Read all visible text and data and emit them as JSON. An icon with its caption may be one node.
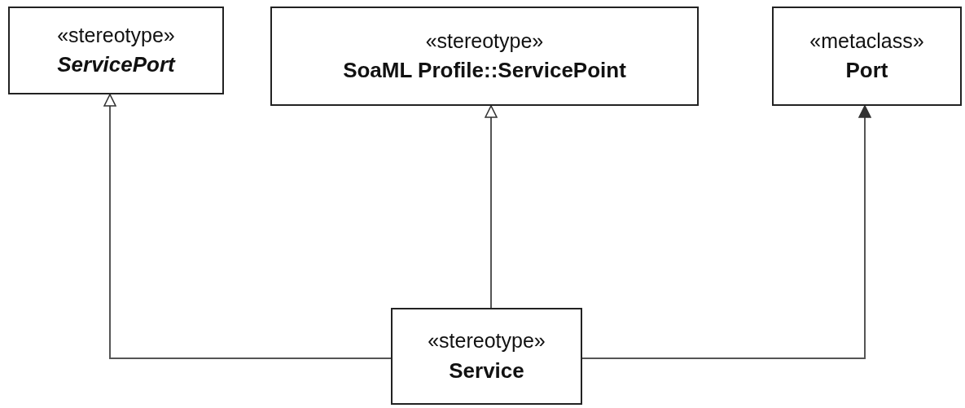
{
  "diagram": {
    "nodes": [
      {
        "text": [
          "«stereotype»",
          "ServicePort"
        ]
      },
      {
        "text": [
          "«stereotype»",
          "SoaML Profile::ServicePoint"
        ]
      },
      {
        "text": [
          "«metaclass»",
          "Port"
        ]
      },
      {
        "text": [
          "«stereotype»",
          "Service"
        ]
      }
    ],
    "edges": [
      {
        "from": 3,
        "to": 0,
        "arrow": "to"
      },
      {
        "from": 3,
        "to": 1,
        "arrow": "to"
      },
      {
        "from": 3,
        "to": 2,
        "arrow": "to"
      }
    ]
  }
}
